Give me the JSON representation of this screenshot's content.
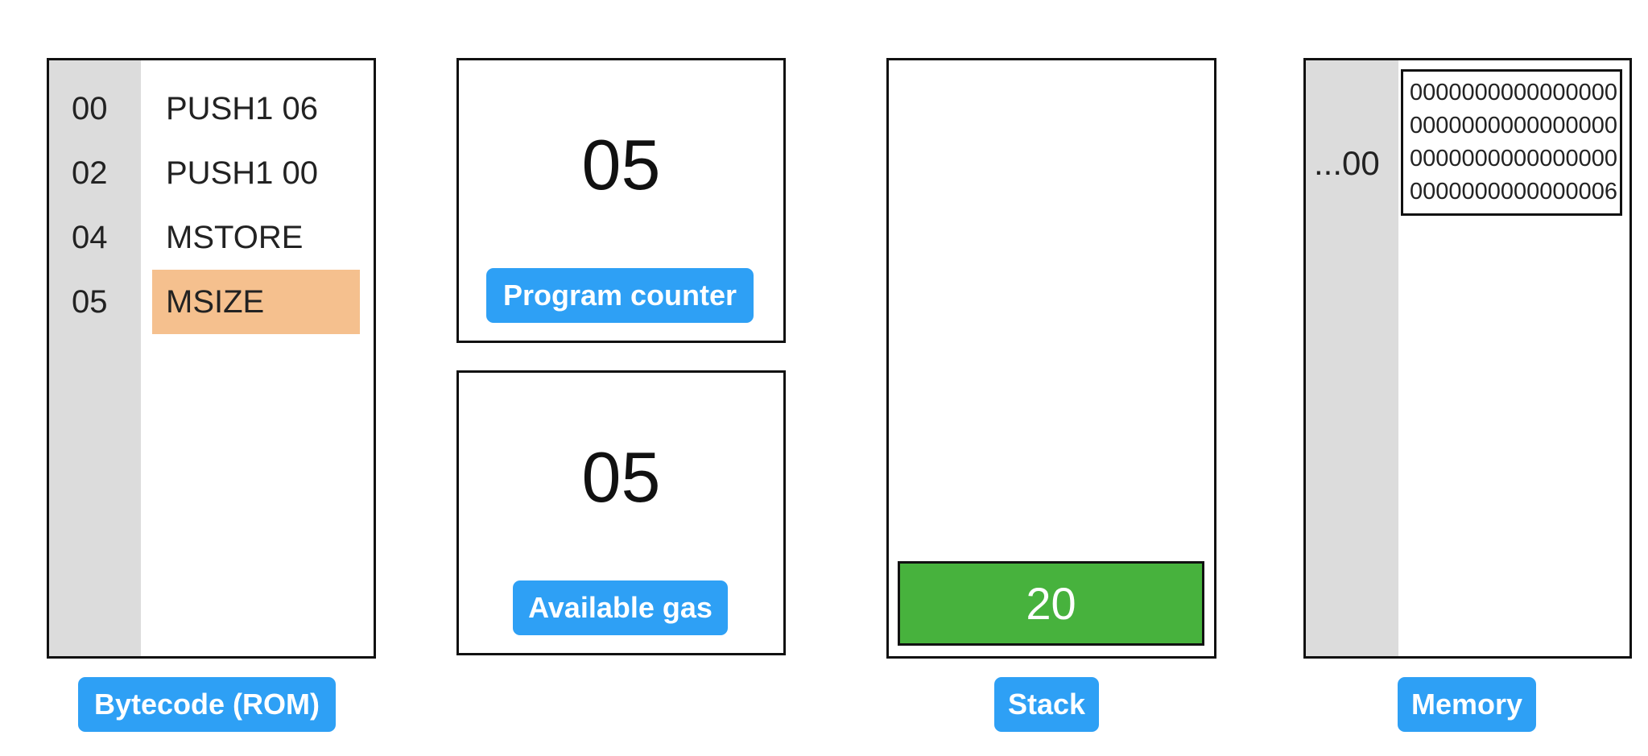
{
  "bytecode": {
    "label": "Bytecode (ROM)",
    "rows": [
      {
        "offset": "00",
        "op": "PUSH1 06"
      },
      {
        "offset": "02",
        "op": "PUSH1 00"
      },
      {
        "offset": "04",
        "op": "MSTORE"
      },
      {
        "offset": "05",
        "op": "MSIZE"
      }
    ],
    "current_index": 3,
    "highlight_color": "#f5c08e"
  },
  "program_counter": {
    "label": "Program counter",
    "value": "05"
  },
  "available_gas": {
    "label": "Available gas",
    "value": "05"
  },
  "stack": {
    "label": "Stack",
    "items": [
      "20"
    ],
    "item_color": "#47b23d"
  },
  "memory": {
    "label": "Memory",
    "offset": "...00",
    "word": "0000000000000000000000000000000000000000000000000000000000000006"
  },
  "colors": {
    "label_bg": "#2ea0f5",
    "gutter": "#dcdcdc",
    "border": "#111111"
  }
}
